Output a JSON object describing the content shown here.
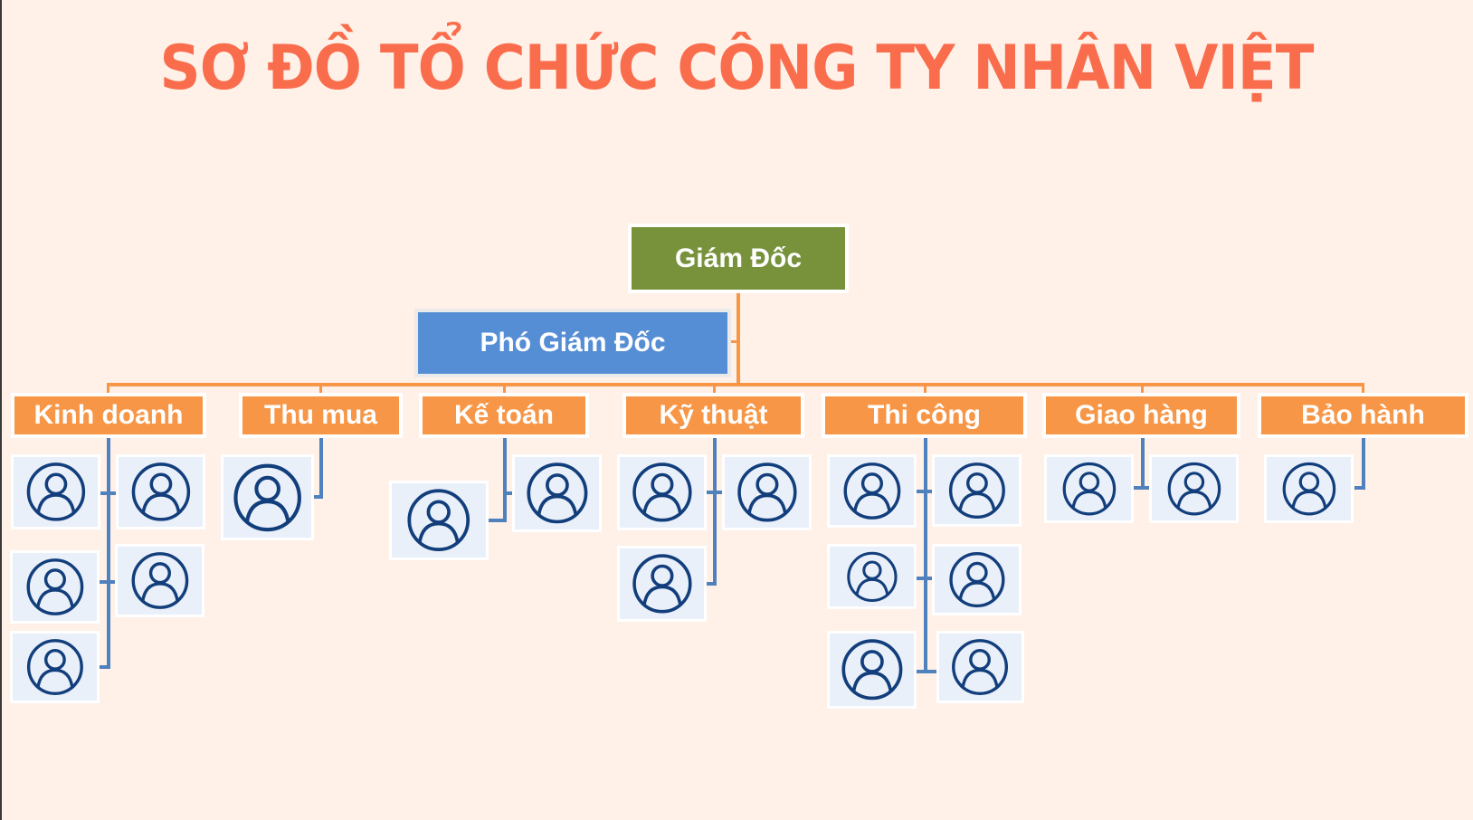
{
  "title": "SƠ ĐỒ TỔ CHỨC CÔNG TY NHÂN VIỆT",
  "colors": {
    "background": "#fff0e8",
    "title": "#f96d4d",
    "ceo": "#77923b",
    "deputy": "#558ed5",
    "department": "#f79646",
    "connector_orange": "#f79646",
    "connector_blue": "#4f81bd",
    "avatar_bg": "#eaf0f9",
    "avatar_icon": "#123e7c"
  },
  "ceo": {
    "label": "Giám Đốc"
  },
  "deputy": {
    "label": "Phó Giám Đốc"
  },
  "departments": [
    {
      "label": "Kinh doanh",
      "staff_count": 5
    },
    {
      "label": "Thu mua",
      "staff_count": 1
    },
    {
      "label": "Kế toán",
      "staff_count": 2
    },
    {
      "label": "Kỹ thuật",
      "staff_count": 3
    },
    {
      "label": "Thi công",
      "staff_count": 6
    },
    {
      "label": "Giao hàng",
      "staff_count": 2
    },
    {
      "label": "Bảo hành",
      "staff_count": 1
    }
  ],
  "staff_icon": "person-circle-icon"
}
